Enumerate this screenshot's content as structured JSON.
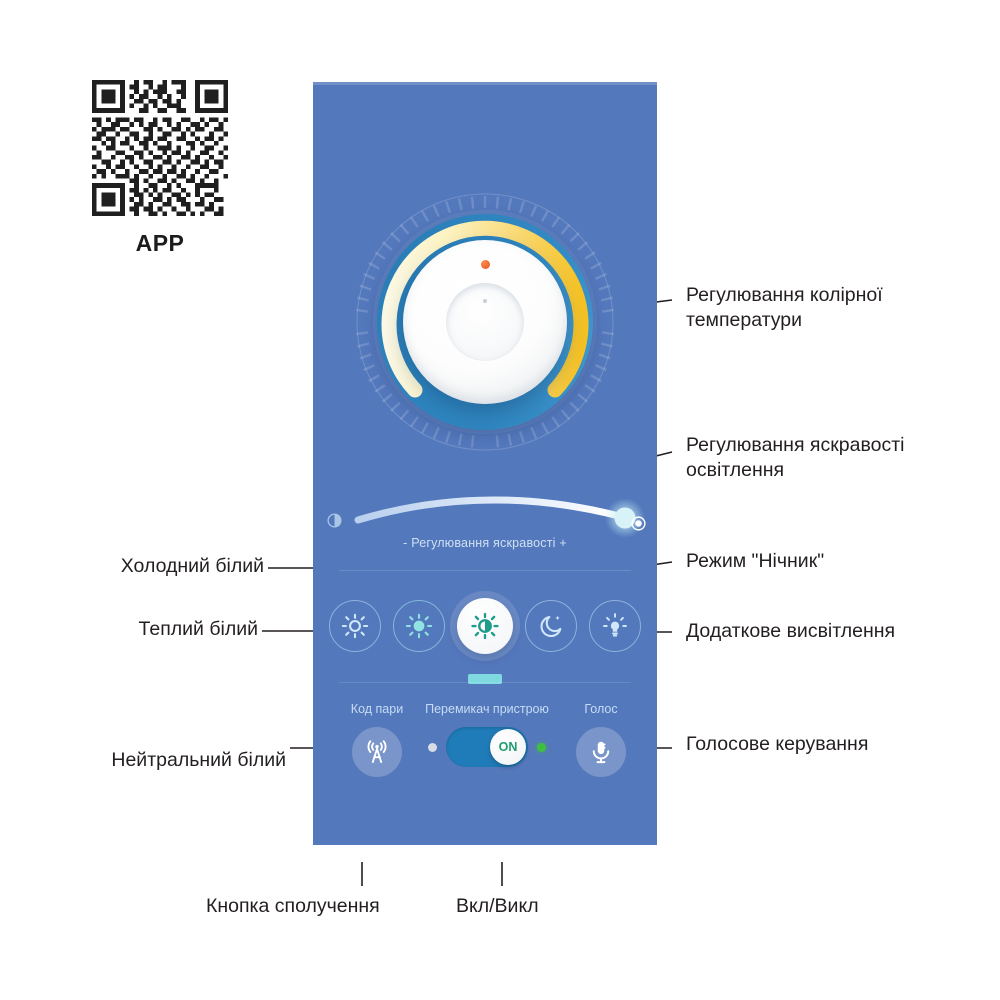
{
  "qr": {
    "label": "APP",
    "alt_icon": "qr-code"
  },
  "panel": {
    "background_color": "#5478bc",
    "dial": {
      "icon": "color-temperature-dial",
      "indicator_color": "#e2541c",
      "ring_colors": {
        "warm": "#f6c327",
        "cool": "#fdfbe8",
        "base": "#2f86c0"
      }
    },
    "brightness": {
      "label": "- Регулювання яскравості +",
      "left_icon": "brightness-low-icon",
      "right_icon": "brightness-high-icon",
      "handle_position_percent": 92
    },
    "modes": [
      {
        "name": "cool-white",
        "icon": "sun-outline-icon",
        "selected": false
      },
      {
        "name": "warm-white",
        "icon": "sun-filled-icon",
        "selected": false
      },
      {
        "name": "neutral-white",
        "icon": "sun-half-icon",
        "selected": true
      },
      {
        "name": "night-light",
        "icon": "moon-star-icon",
        "selected": false
      },
      {
        "name": "extra-light",
        "icon": "bulb-icon",
        "selected": false
      }
    ],
    "bottom": {
      "pair": {
        "caption": "Код пари",
        "icon": "broadcast-tower-icon"
      },
      "switch": {
        "caption": "Перемикач пристрою",
        "state_label": "ON",
        "led_left": "off",
        "led_right": "on",
        "track_color": "#1f7cb8"
      },
      "voice": {
        "caption": "Голос",
        "icon": "microphone-icon"
      }
    }
  },
  "callouts": {
    "color_temperature": "Регулювання колірної\nтемператури",
    "brightness": "Регулювання яскравості\nосвітлення",
    "night_mode": "Режим \"Нічник\"",
    "extra_light": "Додаткове висвітлення",
    "voice_control": "Голосове керування",
    "cool_white": "Холодний білий",
    "warm_white": "Теплий білий",
    "neutral_white": "Нейтральний білий",
    "pair_button": "Кнопка сполучення",
    "on_off": "Вкл/Викл"
  }
}
